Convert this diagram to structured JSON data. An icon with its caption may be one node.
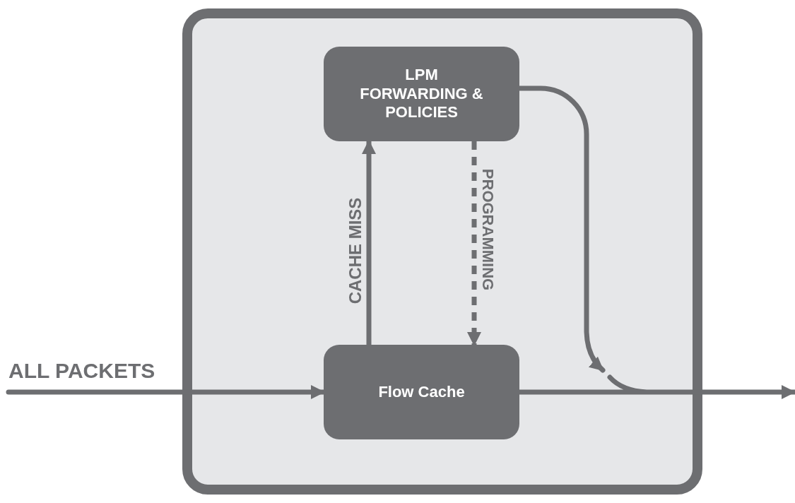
{
  "diagram": {
    "nodes": [
      {
        "text": [],
        "shape": "box"
      },
      {
        "text": [
          "LPM FORWARDING & POLICIES"
        ],
        "in": 0
      },
      {
        "text": [
          "Flow Cache"
        ],
        "in": 0
      }
    ],
    "edges": [
      {
        "from": null,
        "to": 2,
        "arrow": "to",
        "label": "ALL PACKETS"
      },
      {
        "from": 2,
        "to": 1,
        "arrow": "to",
        "label": "CACHE MISS"
      },
      {
        "from": 1,
        "to": 2,
        "arrow": "to",
        "label": "PROGRAMMING",
        "style": "dashed"
      },
      {
        "from": 1,
        "to": null,
        "arrow": "to"
      },
      {
        "from": 2,
        "to": null,
        "arrow": "to"
      }
    ]
  }
}
